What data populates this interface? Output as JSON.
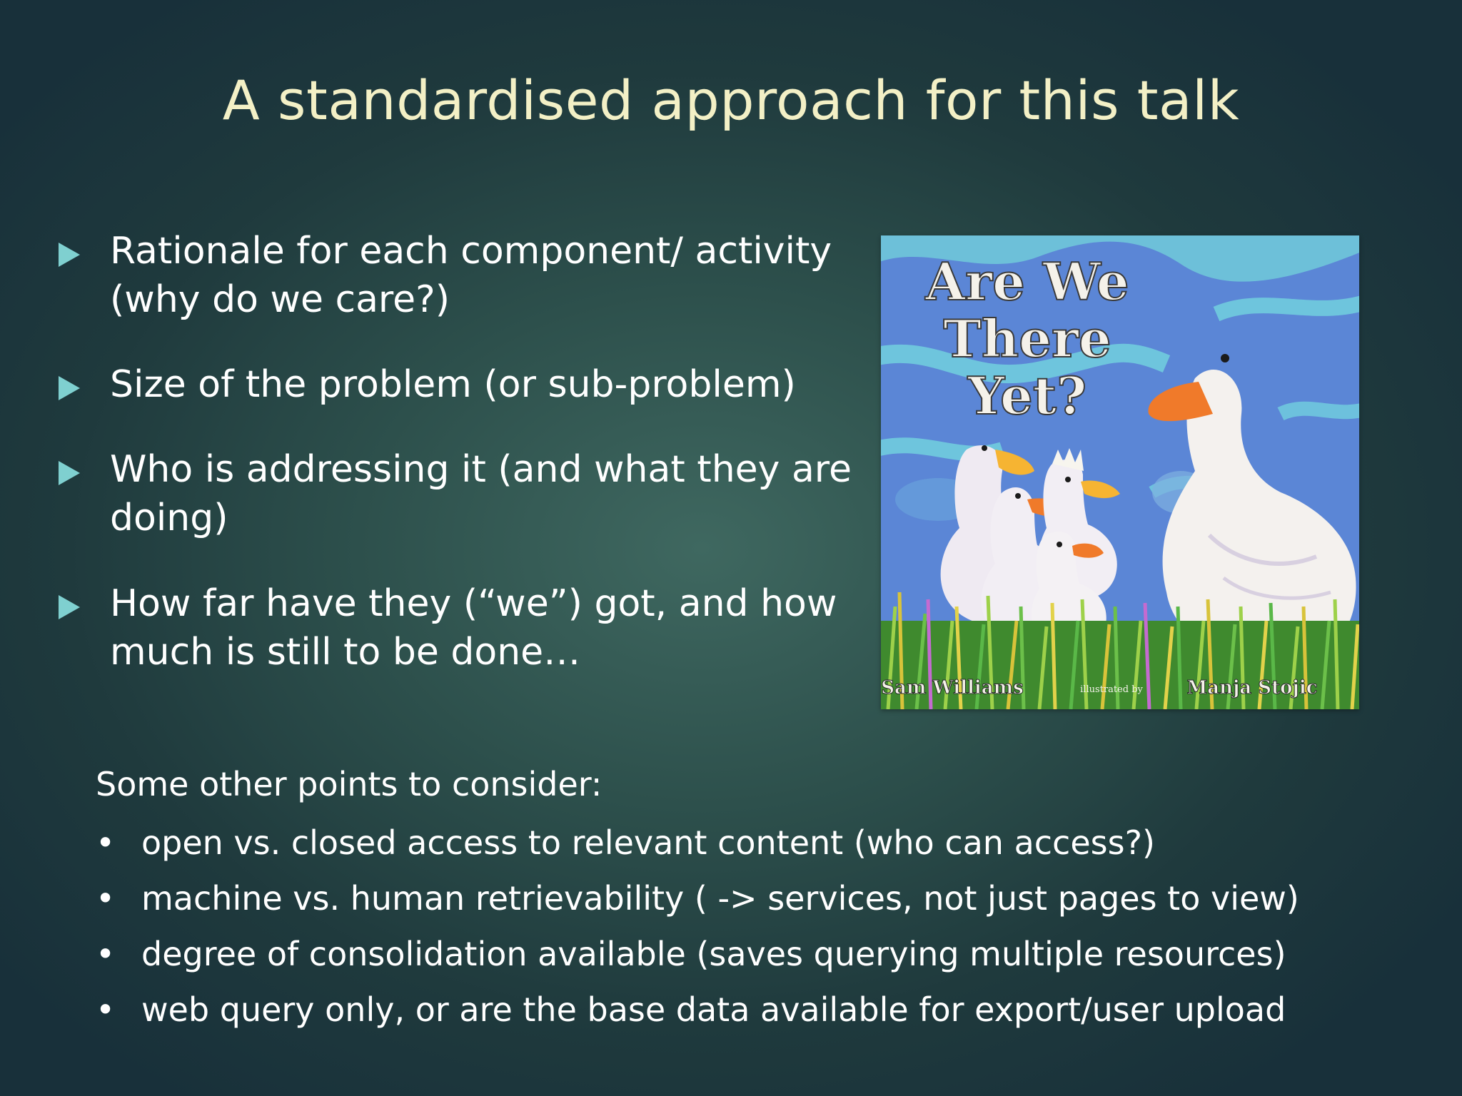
{
  "slide": {
    "title": "A standardised approach for this talk",
    "bullets": [
      {
        "text": "Rationale for each component/ activity (why do we care?)"
      },
      {
        "text": "Size of the problem (or sub-problem)"
      },
      {
        "text": "Who is addressing it (and what they are doing)"
      },
      {
        "text": "How far have they (“we”) got, and how much is still to be done…"
      }
    ],
    "other_points": {
      "heading": "Some other points to consider:",
      "bullet_symbol": "•",
      "items": [
        "open vs. closed access to relevant content (who can access?)",
        "machine vs. human retrievability ( -> services, not just pages to view)",
        "degree of consolidation available (saves querying multiple resources)",
        "web query only, or are the base data available for export/user upload"
      ]
    },
    "cover": {
      "title_line1": "Are We",
      "title_line2": "There",
      "title_line3": "Yet?",
      "author": "Sam Williams",
      "illustrated_by": "illustrated by",
      "illustrator": "Manja Stojic"
    },
    "colors": {
      "title": "#f3f0c6",
      "bullet_marker": "#7fd0d0",
      "body_text": "#ffffff",
      "background_center": "#3f6860",
      "background_edge": "#18303a"
    }
  }
}
